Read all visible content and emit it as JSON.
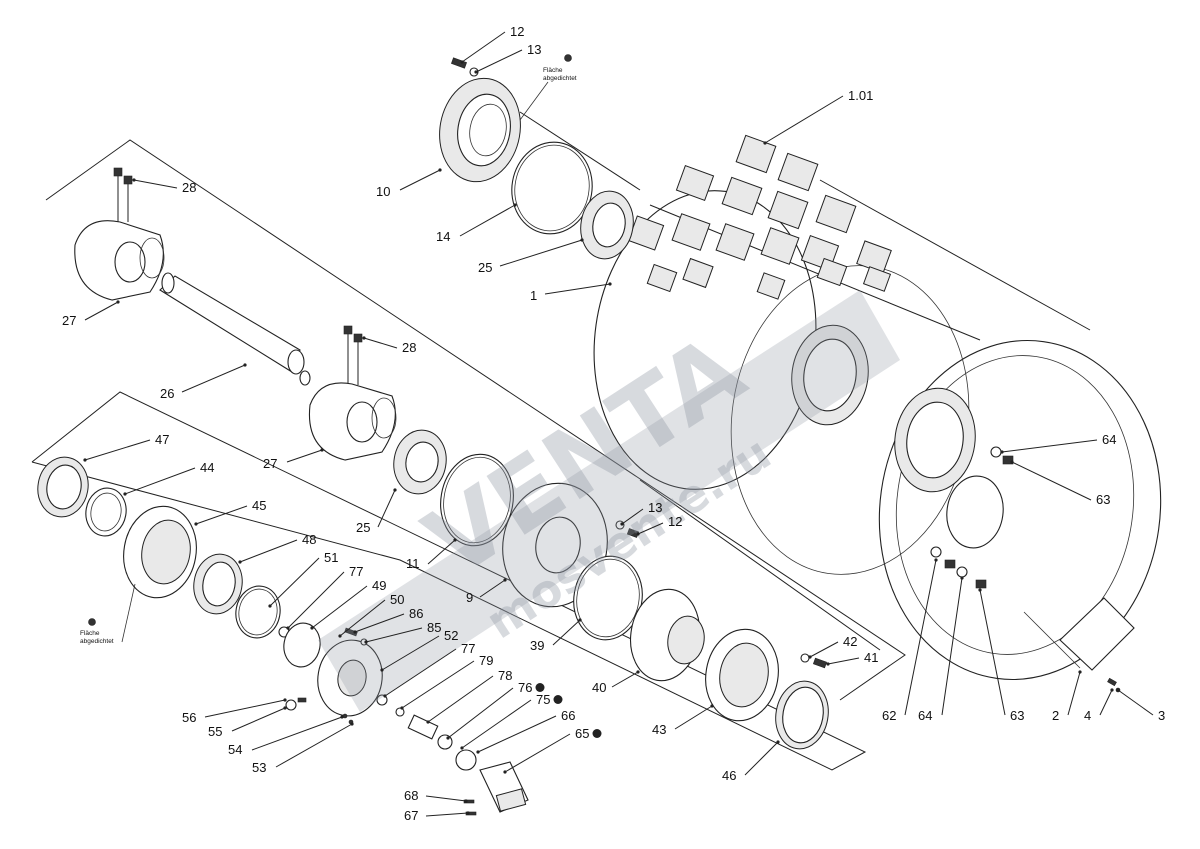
{
  "notes": {
    "top": {
      "line1": "Fläche",
      "line2": "abgedichtet"
    },
    "left": {
      "line1": "Fläche",
      "line2": "abgedichtet"
    }
  },
  "watermark": {
    "brand": "VENTA",
    "site": "mosvente.ru"
  },
  "labels": [
    {
      "id": "p12a",
      "text": "12"
    },
    {
      "id": "p13a",
      "text": "13"
    },
    {
      "id": "p10",
      "text": "10"
    },
    {
      "id": "p14",
      "text": "14"
    },
    {
      "id": "p25a",
      "text": "25"
    },
    {
      "id": "p1",
      "text": "1"
    },
    {
      "id": "p101",
      "text": "1.01"
    },
    {
      "id": "p28a",
      "text": "28"
    },
    {
      "id": "p27a",
      "text": "27"
    },
    {
      "id": "p26",
      "text": "26"
    },
    {
      "id": "p28b",
      "text": "28"
    },
    {
      "id": "p27b",
      "text": "27"
    },
    {
      "id": "p25b",
      "text": "25"
    },
    {
      "id": "p11",
      "text": "11"
    },
    {
      "id": "p13b",
      "text": "13"
    },
    {
      "id": "p12b",
      "text": "12"
    },
    {
      "id": "p9",
      "text": "9"
    },
    {
      "id": "p39",
      "text": "39"
    },
    {
      "id": "p40",
      "text": "40"
    },
    {
      "id": "p42",
      "text": "42"
    },
    {
      "id": "p41",
      "text": "41"
    },
    {
      "id": "p43",
      "text": "43"
    },
    {
      "id": "p46",
      "text": "46"
    },
    {
      "id": "p47",
      "text": "47"
    },
    {
      "id": "p44",
      "text": "44"
    },
    {
      "id": "p45",
      "text": "45"
    },
    {
      "id": "p48",
      "text": "48"
    },
    {
      "id": "p51",
      "text": "51"
    },
    {
      "id": "p77a",
      "text": "77"
    },
    {
      "id": "p49",
      "text": "49"
    },
    {
      "id": "p50",
      "text": "50"
    },
    {
      "id": "p86",
      "text": "86"
    },
    {
      "id": "p85",
      "text": "85"
    },
    {
      "id": "p52",
      "text": "52"
    },
    {
      "id": "p77b",
      "text": "77"
    },
    {
      "id": "p79",
      "text": "79"
    },
    {
      "id": "p78",
      "text": "78"
    },
    {
      "id": "p76",
      "text": "76"
    },
    {
      "id": "p75",
      "text": "75"
    },
    {
      "id": "p66",
      "text": "66"
    },
    {
      "id": "p65",
      "text": "65"
    },
    {
      "id": "p56",
      "text": "56"
    },
    {
      "id": "p55",
      "text": "55"
    },
    {
      "id": "p54",
      "text": "54"
    },
    {
      "id": "p53",
      "text": "53"
    },
    {
      "id": "p68",
      "text": "68"
    },
    {
      "id": "p67",
      "text": "67"
    },
    {
      "id": "p64a",
      "text": "64"
    },
    {
      "id": "p63a",
      "text": "63"
    },
    {
      "id": "p62",
      "text": "62"
    },
    {
      "id": "p64b",
      "text": "64"
    },
    {
      "id": "p63b",
      "text": "63"
    },
    {
      "id": "p2",
      "text": "2"
    },
    {
      "id": "p4",
      "text": "4"
    },
    {
      "id": "p3",
      "text": "3"
    }
  ]
}
